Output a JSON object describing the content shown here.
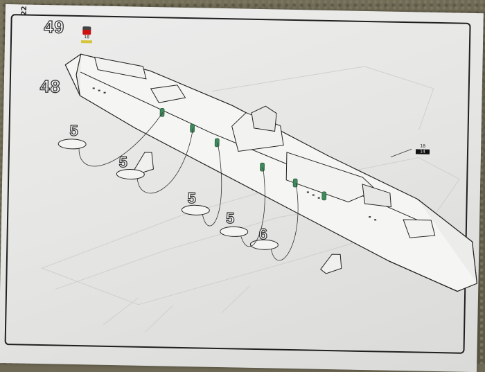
{
  "page": {
    "number": "22"
  },
  "steps": {
    "upper": "49",
    "lower": "48"
  },
  "paint": {
    "code": "18"
  },
  "callout": {
    "top": "18",
    "bottom": "14"
  },
  "boat_parts": [
    "5",
    "5",
    "5",
    "5",
    "6"
  ],
  "colors": {
    "paper": "#e6e6e4",
    "ink": "#1f1f1f",
    "figure_green": "#3f8a5b",
    "paint_red": "#c11111",
    "paint_yellow": "#d6c43a"
  }
}
